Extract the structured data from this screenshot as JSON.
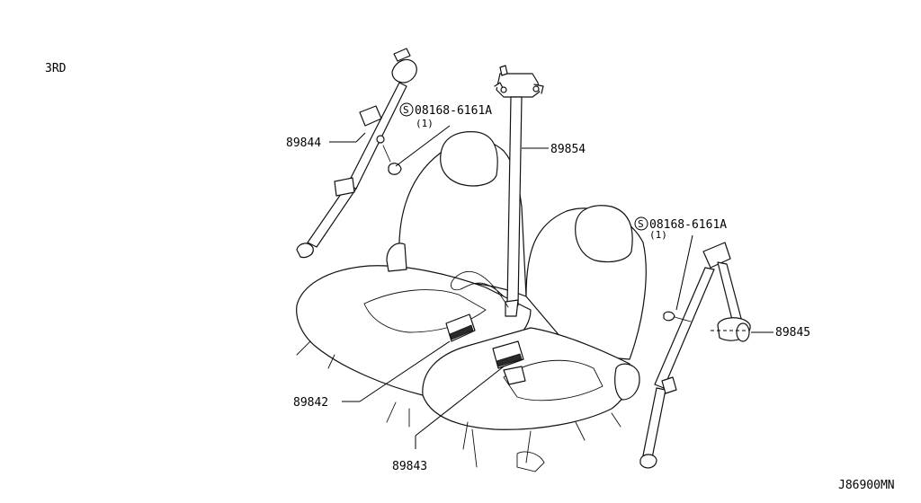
{
  "view_label": "3RD",
  "figure_id": "J86900MN",
  "callouts": {
    "p89844": "89844",
    "p89854": "89854",
    "p89845": "89845",
    "p89842": "89842",
    "p89843": "89843",
    "bolt_left_number": "08168-6161A",
    "bolt_left_qty": "(1)",
    "bolt_right_number": "08168-6161A",
    "bolt_right_qty": "(1)"
  },
  "symbols": {
    "standard_part_mark": "S"
  }
}
